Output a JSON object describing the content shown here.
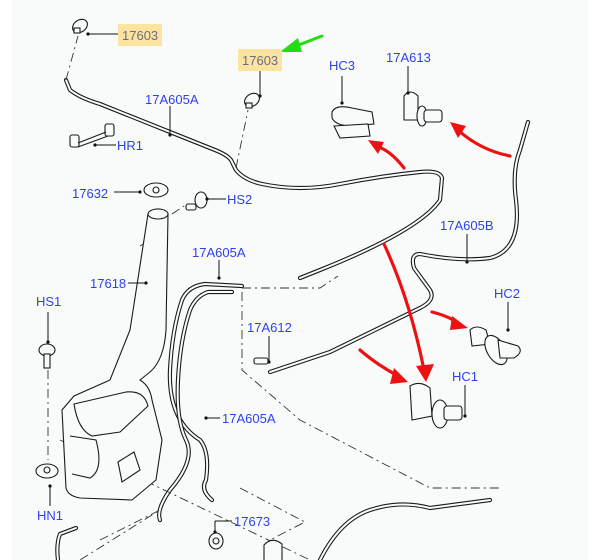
{
  "diagram": {
    "highlighted_parts": [
      {
        "id": "part-17603-left",
        "label": "17603"
      },
      {
        "id": "part-17603-right",
        "label": "17603"
      }
    ],
    "callouts": {
      "hr1": "HR1",
      "a605a_top": "17A605A",
      "hc3": "HC3",
      "a613": "17A613",
      "p17632": "17632",
      "hs2": "HS2",
      "a605a_mid": "17A605A",
      "a605b": "17A605B",
      "p17618": "17618",
      "hs1": "HS1",
      "hc2": "HC2",
      "a612": "17A612",
      "hc1": "HC1",
      "a605a_low": "17A605A",
      "hn1": "HN1",
      "p17673": "17673"
    },
    "colors": {
      "callout_text": "#2f3ff0",
      "highlight_box": "#fde3a0",
      "highlight_text": "#6c6c80",
      "annotation_arrow_red": "#ee1111",
      "annotation_arrow_green": "#22dd11",
      "panel_background": "#f9fbfb"
    }
  }
}
